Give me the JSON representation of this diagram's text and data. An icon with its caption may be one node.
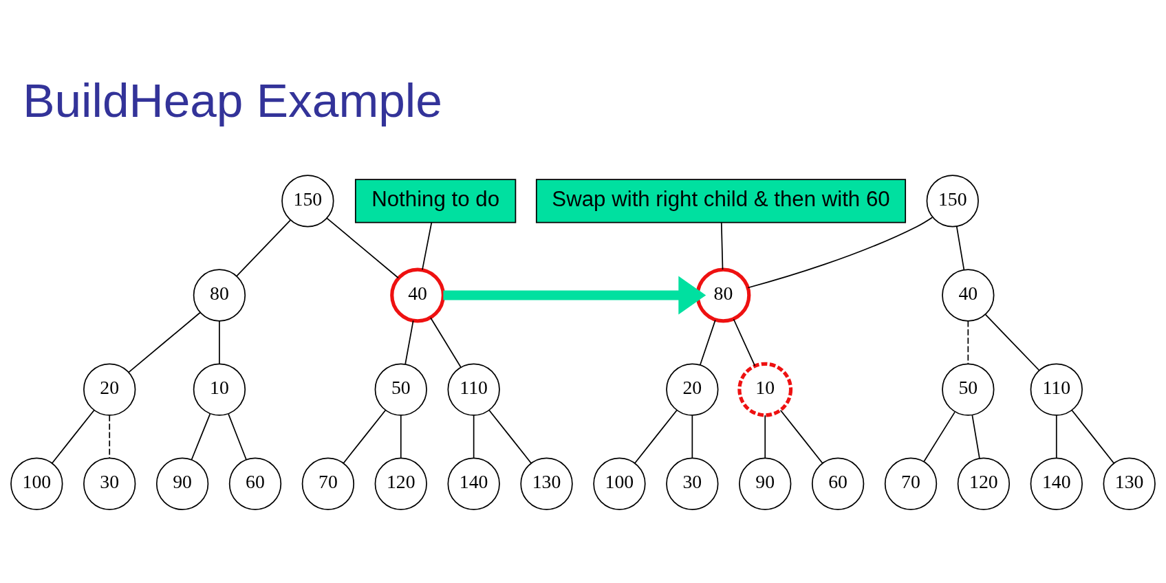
{
  "diagram": {
    "title": "BuildHeap Example",
    "nodes": [
      {
        "text": [
          "Swap with right child & then with 60"
        ]
      },
      {
        "text": [
          "Nothing to do"
        ]
      },
      {
        "text": [
          "150"
        ]
      },
      {
        "text": [
          "80"
        ]
      },
      {
        "text": [
          "40"
        ]
      },
      {
        "text": [
          "20"
        ]
      },
      {
        "text": [
          "10"
        ]
      },
      {
        "text": [
          "50"
        ]
      },
      {
        "text": [
          "110"
        ]
      },
      {
        "text": [
          "100"
        ]
      },
      {
        "text": [
          "30"
        ]
      },
      {
        "text": [
          "90"
        ]
      },
      {
        "text": [
          "60"
        ]
      },
      {
        "text": [
          "70"
        ]
      },
      {
        "text": [
          "120"
        ]
      },
      {
        "text": [
          "140"
        ]
      },
      {
        "text": [
          "130"
        ]
      },
      {
        "text": [
          "150"
        ]
      },
      {
        "text": [
          "80"
        ]
      },
      {
        "text": [
          "40"
        ]
      },
      {
        "text": [
          "20"
        ]
      },
      {
        "text": [
          "10"
        ]
      },
      {
        "text": [
          "50"
        ]
      },
      {
        "text": [
          "110"
        ]
      },
      {
        "text": [
          "100"
        ]
      },
      {
        "text": [
          "30"
        ]
      },
      {
        "text": [
          "90"
        ]
      },
      {
        "text": [
          "60"
        ]
      },
      {
        "text": [
          "70"
        ]
      },
      {
        "text": [
          "120"
        ]
      },
      {
        "text": [
          "140"
        ]
      },
      {
        "text": [
          "130"
        ]
      }
    ],
    "edges": [
      {
        "from": 2,
        "to": 3,
        "arrow": "none"
      },
      {
        "from": 2,
        "to": 4,
        "arrow": "none"
      },
      {
        "from": 3,
        "to": 5,
        "arrow": "none"
      },
      {
        "from": 3,
        "to": 6,
        "arrow": "none"
      },
      {
        "from": 4,
        "to": 7,
        "arrow": "none"
      },
      {
        "from": 4,
        "to": 8,
        "arrow": "none"
      },
      {
        "from": 5,
        "to": 9,
        "arrow": "none"
      },
      {
        "from": 5,
        "to": 10,
        "arrow": "none",
        "style": "dashed"
      },
      {
        "from": 6,
        "to": 11,
        "arrow": "none"
      },
      {
        "from": 6,
        "to": 12,
        "arrow": "none"
      },
      {
        "from": 7,
        "to": 13,
        "arrow": "none"
      },
      {
        "from": 7,
        "to": 14,
        "arrow": "none"
      },
      {
        "from": 8,
        "to": 15,
        "arrow": "none"
      },
      {
        "from": 8,
        "to": 16,
        "arrow": "none"
      },
      {
        "from": 17,
        "to": 18,
        "arrow": "none"
      },
      {
        "from": 17,
        "to": 19,
        "arrow": "none"
      },
      {
        "from": 18,
        "to": 20,
        "arrow": "none"
      },
      {
        "from": 18,
        "to": 21,
        "arrow": "none"
      },
      {
        "from": 19,
        "to": 22,
        "arrow": "none",
        "style": "dashed"
      },
      {
        "from": 19,
        "to": 23,
        "arrow": "none"
      },
      {
        "from": 20,
        "to": 24,
        "arrow": "none"
      },
      {
        "from": 20,
        "to": 25,
        "arrow": "none"
      },
      {
        "from": 21,
        "to": 26,
        "arrow": "none"
      },
      {
        "from": 21,
        "to": 27,
        "arrow": "none"
      },
      {
        "from": 22,
        "to": 28,
        "arrow": "none"
      },
      {
        "from": 22,
        "to": 29,
        "arrow": "none"
      },
      {
        "from": 23,
        "to": 30,
        "arrow": "none"
      },
      {
        "from": 23,
        "to": 31,
        "arrow": "none"
      },
      {
        "from": 1,
        "to": 4,
        "arrow": "none"
      },
      {
        "from": 0,
        "to": 18,
        "arrow": "none"
      },
      {
        "from": 4,
        "to": 18,
        "arrow": "to",
        "style": "thick",
        "color": "#00e0a0"
      }
    ]
  }
}
